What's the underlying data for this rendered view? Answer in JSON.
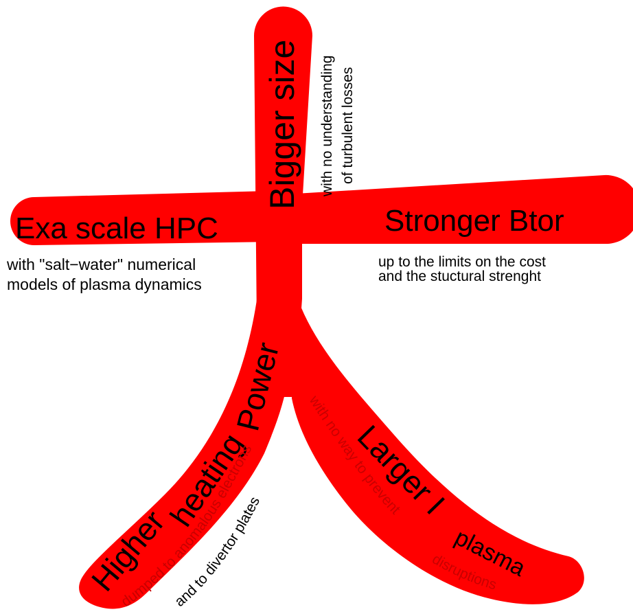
{
  "colors": {
    "shape_fill": "#ff0000",
    "text_dark": "#000000",
    "text_on_red": "#c80000",
    "background": "#ffffff"
  },
  "labels": {
    "bigger_size": "Bigger size",
    "bigger_size_note_1": "with no understanding",
    "bigger_size_note_2": "of turbulent losses",
    "exa_hpc": "Exa scale HPC",
    "exa_hpc_note_1": "with \"salt−water\" numerical",
    "exa_hpc_note_2": "models of plasma dynamics",
    "stronger_btor": "Stronger Btor",
    "stronger_btor_note_1": "up to the limits on the cost",
    "stronger_btor_note_2": "and the stuctural strenght",
    "higher": "Higher",
    "heating": "heating",
    "power": "Power",
    "higher_power_note_1": "dumped to anomalous electrons",
    "higher_power_note_2": "and to divertor plates",
    "larger_ip": "Larger I",
    "larger_ip_sub": "plasma",
    "larger_ip_note_1": "with no way to prevent",
    "larger_ip_note_2": "disruptions"
  }
}
